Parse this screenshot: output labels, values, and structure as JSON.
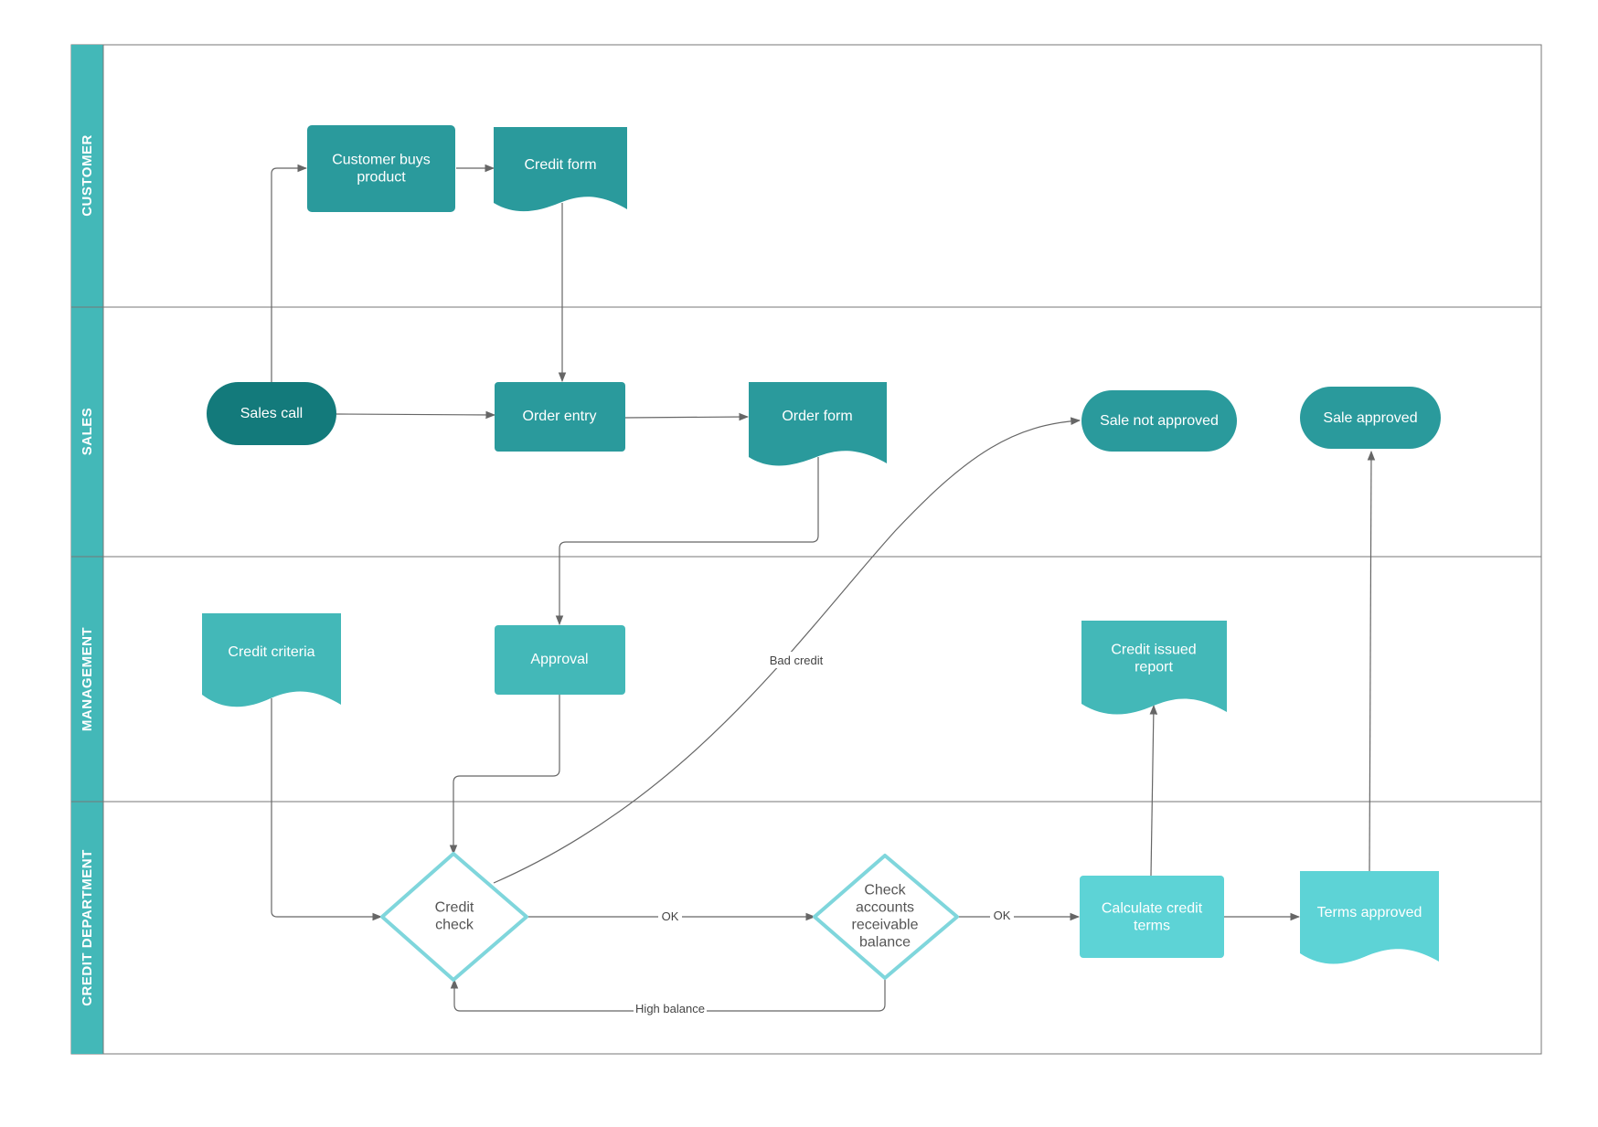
{
  "colors": {
    "dark": "#137a7b",
    "mid": "#2a9a9c",
    "light": "#43b8b8",
    "cyan": "#5dd3d6",
    "diamond_stroke": "#7fd6dc",
    "lane_bar": "#43b8b8",
    "border": "#777777",
    "connector": "#666666"
  },
  "lanes": {
    "customer": "CUSTOMER",
    "sales": "SALES",
    "management": "MANAGEMENT",
    "credit": "CREDIT DEPARTMENT"
  },
  "nodes": {
    "customer_buys": [
      "Customer buys",
      "product"
    ],
    "credit_form": [
      "Credit form"
    ],
    "sales_call": [
      "Sales call"
    ],
    "order_entry": [
      "Order entry"
    ],
    "order_form": [
      "Order form"
    ],
    "sale_not_approved": [
      "Sale not approved"
    ],
    "sale_approved": [
      "Sale approved"
    ],
    "credit_criteria": [
      "Credit criteria"
    ],
    "approval": [
      "Approval"
    ],
    "credit_issued_report": [
      "Credit issued",
      "report"
    ],
    "credit_check": [
      "Credit",
      "check"
    ],
    "check_accounts": [
      "Check",
      "accounts",
      "receivable",
      "balance"
    ],
    "calculate_credit": [
      "Calculate credit",
      "terms"
    ],
    "terms_approved": [
      "Terms approved"
    ]
  },
  "edge_labels": {
    "ok_1": "OK",
    "ok_2": "OK",
    "high_balance": "High balance",
    "bad_credit": "Bad credit"
  }
}
